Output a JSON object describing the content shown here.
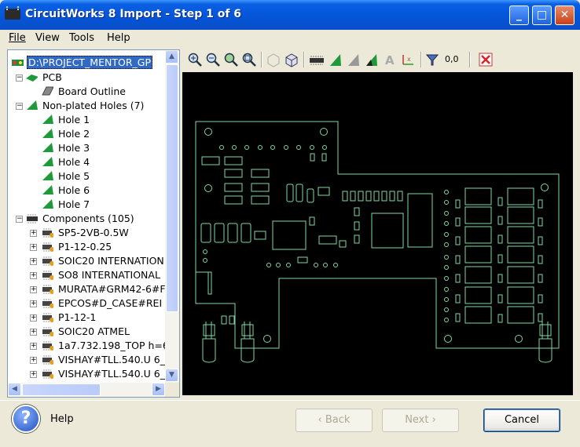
{
  "window": {
    "title": "CircuitWorks 8 Import - Step 1 of 6",
    "minimize": "_",
    "maximize": "□",
    "close": "✕"
  },
  "menu": [
    "File",
    "View",
    "Tools",
    "Help"
  ],
  "tree": {
    "root": "D:\\PROJECT_MENTOR_GP",
    "pcb": "PCB",
    "board_outline": "Board Outline",
    "holes_group": "Non-plated Holes (7)",
    "holes": [
      "Hole 1",
      "Hole 2",
      "Hole 3",
      "Hole 4",
      "Hole 5",
      "Hole 6",
      "Hole 7"
    ],
    "components_group": "Components (105)",
    "components": [
      "SP5-2VB-0.5W",
      "P1-12-0.25",
      "SOIC20 INTERNATION",
      "SO8 INTERNATIONAL",
      "MURATA#GRM42-6#F",
      "EPCOS#D_CASE#REI",
      "P1-12-1",
      "SOIC20 ATMEL",
      "1a7.732.198_TOP h=6/",
      "VISHAY#TLL.540.U 6_",
      "VISHAY#TLL.540.U 6_"
    ]
  },
  "toolbar": {
    "coord_label": "0,0"
  },
  "footer": {
    "help_label": "Help",
    "help_glyph": "?",
    "back": "‹ Back",
    "next": "Next ›",
    "cancel": "Cancel"
  },
  "colors": {
    "pcb_lines": "#7fd9a6",
    "canvas_bg": "#000000",
    "selection": "#316ac5"
  }
}
